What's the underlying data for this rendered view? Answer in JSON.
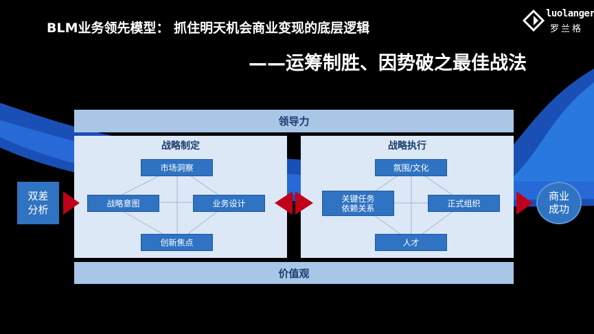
{
  "header": {
    "title": "BLM业务领先模型：  抓住明天机会商业变现的底层逻辑",
    "subtitle": "——运筹制胜、因势破之最佳战法"
  },
  "logo": {
    "brand": "luolanger",
    "cn": "罗兰格",
    "icon": "diamond-logo-icon"
  },
  "diagram": {
    "top_band": "领导力",
    "bottom_band": "价值观",
    "left_input": "双差\n分析",
    "right_output": "商业\n成功",
    "strategy": {
      "title": "战略制定",
      "top": "市场洞察",
      "left": "战略意图",
      "right": "业务设计",
      "bottom": "创新焦点"
    },
    "execution": {
      "title": "战略执行",
      "top": "氛围/文化",
      "left": "关键任务\n依赖关系",
      "right": "正式组织",
      "bottom": "人才"
    }
  },
  "colors": {
    "band": "#a9c6e7",
    "panel": "#dce8f5",
    "node": "#2f73c2",
    "arrow": "#c0001a",
    "swoosh": "#1a4fb5"
  }
}
